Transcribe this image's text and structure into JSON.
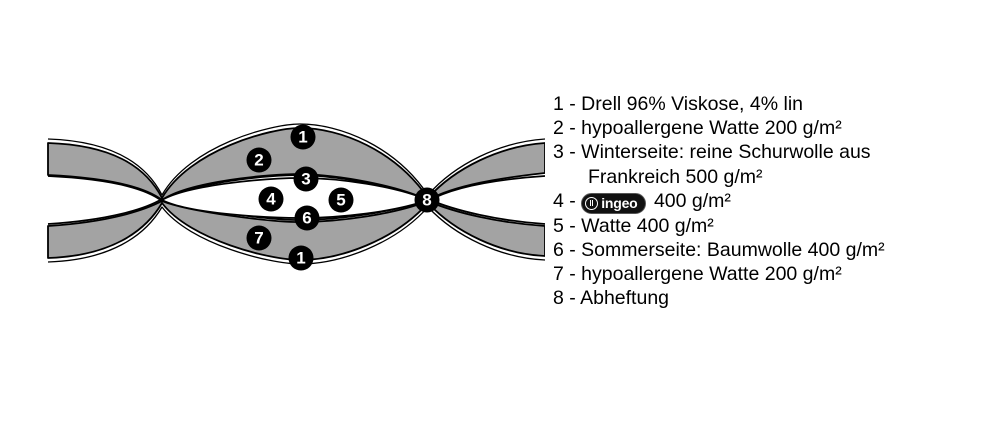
{
  "diagram": {
    "markers": {
      "m1_top": "1",
      "m2": "2",
      "m3": "3",
      "m4": "4",
      "m5": "5",
      "m6": "6",
      "m7": "7",
      "m1_bottom": "1",
      "m8": "8"
    },
    "colors": {
      "layer_fill": "#a3a3a3",
      "outline": "#000000",
      "marker_fill": "#000000",
      "marker_text": "#ffffff"
    }
  },
  "legend": {
    "line1": "1 - Drell 96% Viskose, 4% lin",
    "line2": "2 - hypoallergene Watte 200 g/m²",
    "line3": "3 - Winterseite: reine Schurwolle aus",
    "line3_cont": "Frankreich  500 g/m²",
    "line4_prefix": "4 -",
    "line4_logo": "ingeo",
    "line4_suffix": "400 g/m²",
    "line5": "5 - Watte 400 g/m²",
    "line6": "6 - Sommerseite: Baumwolle 400 g/m²",
    "line7": "7 - hypoallergene Watte 200 g/m²",
    "line8": "8 - Abheftung"
  }
}
